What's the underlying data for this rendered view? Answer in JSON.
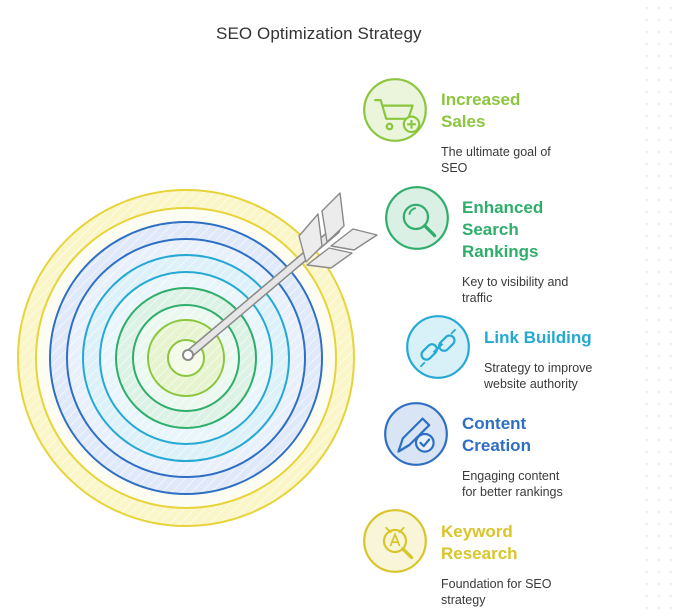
{
  "title": "SEO Optimization Strategy",
  "items": [
    {
      "title_lines": [
        "Increased",
        "Sales"
      ],
      "desc_lines": [
        "The ultimate goal of",
        "SEO"
      ],
      "color": "#8cc63f",
      "icon": "shopping-cart-icon"
    },
    {
      "title_lines": [
        "Enhanced",
        "Search",
        "Rankings"
      ],
      "desc_lines": [
        "Key to visibility and",
        "traffic"
      ],
      "color": "#2fae6b",
      "icon": "magnifier-icon"
    },
    {
      "title_lines": [
        "Link Building"
      ],
      "desc_lines": [
        "Strategy to improve",
        "website authority"
      ],
      "color": "#25a9d4",
      "icon": "chain-link-icon"
    },
    {
      "title_lines": [
        "Content",
        "Creation"
      ],
      "desc_lines": [
        "Engaging content",
        "for better rankings"
      ],
      "color": "#2e6fc4",
      "icon": "pen-check-icon"
    },
    {
      "title_lines": [
        "Keyword",
        "Research"
      ],
      "desc_lines": [
        "Foundation for SEO",
        "strategy"
      ],
      "color": "#d9c52a",
      "icon": "search-keyword-icon"
    }
  ]
}
